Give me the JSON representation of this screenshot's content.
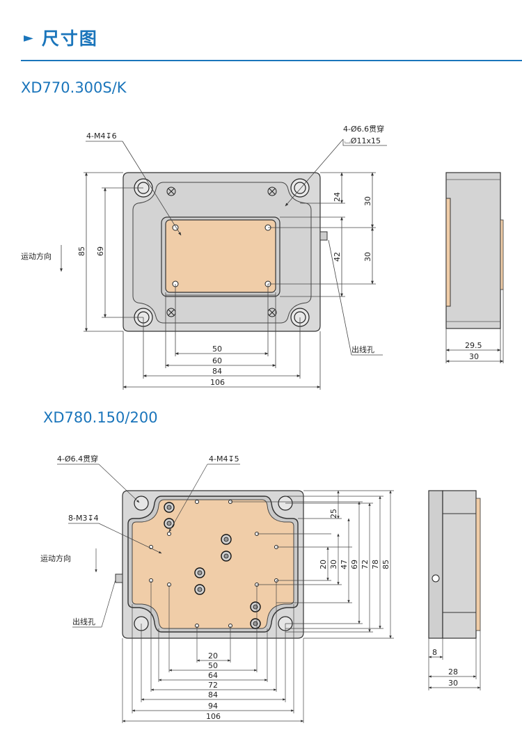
{
  "header": {
    "marker": "►",
    "title": "尺寸图"
  },
  "models": {
    "first": "XD770.300S/K",
    "second": "XD780.150/200"
  },
  "d1": {
    "tap": "4-M4↧6",
    "hole1": "4-Ø6.6贯穿",
    "hole2": "⌴Ø11x15",
    "direction": "运动方向",
    "cable": "出线孔",
    "w50": "50",
    "w60": "60",
    "w84": "84",
    "w106": "106",
    "h85": "85",
    "h69": "69",
    "r24": "24",
    "r30a": "30",
    "r42": "42",
    "r30b": "30",
    "s295": "29.5",
    "s30": "30"
  },
  "d2": {
    "hole": "4-Ø6.4贯穿",
    "tap5": "4-M4↧5",
    "tap4": "8-M3↧4",
    "direction": "运动方向",
    "cable": "出线孔",
    "w20": "20",
    "w50": "50",
    "w64": "64",
    "w72": "72",
    "w84": "84",
    "w94": "94",
    "w106": "106",
    "v25": "25",
    "v20": "20",
    "v30": "30",
    "v47": "47",
    "v69": "69",
    "v72": "72",
    "v78": "78",
    "v85": "85",
    "s8": "8",
    "s28": "28",
    "s30": "30"
  },
  "colors": {
    "accent": "#1a75bb",
    "body": "#d6d6d6",
    "plate": "#f0cda8",
    "side": "#cfcfcf"
  }
}
